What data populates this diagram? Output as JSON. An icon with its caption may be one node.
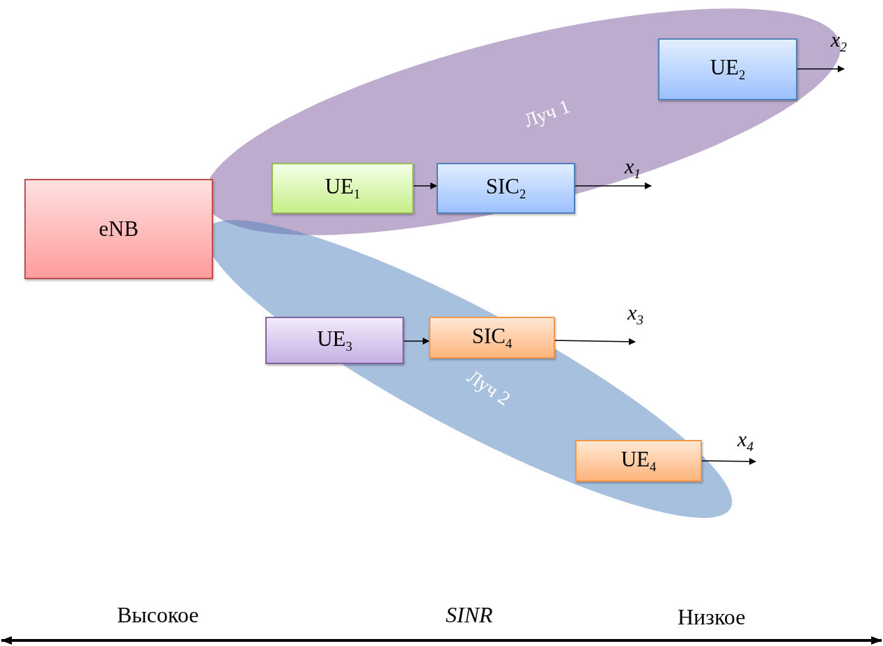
{
  "diagram": {
    "nodes": [
      {
        "text": [
          "eNB"
        ]
      },
      {
        "text": [
          "x$_{2}$"
        ]
      },
      {
        "text": [
          "UE$_{2}$"
        ]
      },
      {
        "text": [
          "UE$_{1}$"
        ]
      },
      {
        "text": [
          "SIC$_{2}$"
        ]
      },
      {
        "text": [
          "x$_{1}$"
        ]
      },
      {
        "text": [
          "x$_{3}$"
        ]
      },
      {
        "text": [
          "UE$_{3}$"
        ]
      },
      {
        "text": [
          "SIC$_{4}$"
        ]
      },
      {
        "text": [
          "x$_{4}$"
        ]
      },
      {
        "text": [
          "UE$_{4}$"
        ]
      }
    ],
    "edges": [
      {
        "from": 2,
        "to": 1,
        "arrow": "to"
      },
      {
        "from": 3,
        "to": 4,
        "arrow": "to"
      },
      {
        "from": 4,
        "to": 5,
        "arrow": "to"
      },
      {
        "from": 7,
        "to": 8,
        "arrow": "to"
      },
      {
        "from": 8,
        "to": 6,
        "arrow": "to"
      },
      {
        "from": 10,
        "to": 9,
        "arrow": "to"
      }
    ],
    "labels": [
      "Луч 1",
      "Луч 2",
      "Высокое",
      "SINR",
      "Низкое"
    ]
  }
}
